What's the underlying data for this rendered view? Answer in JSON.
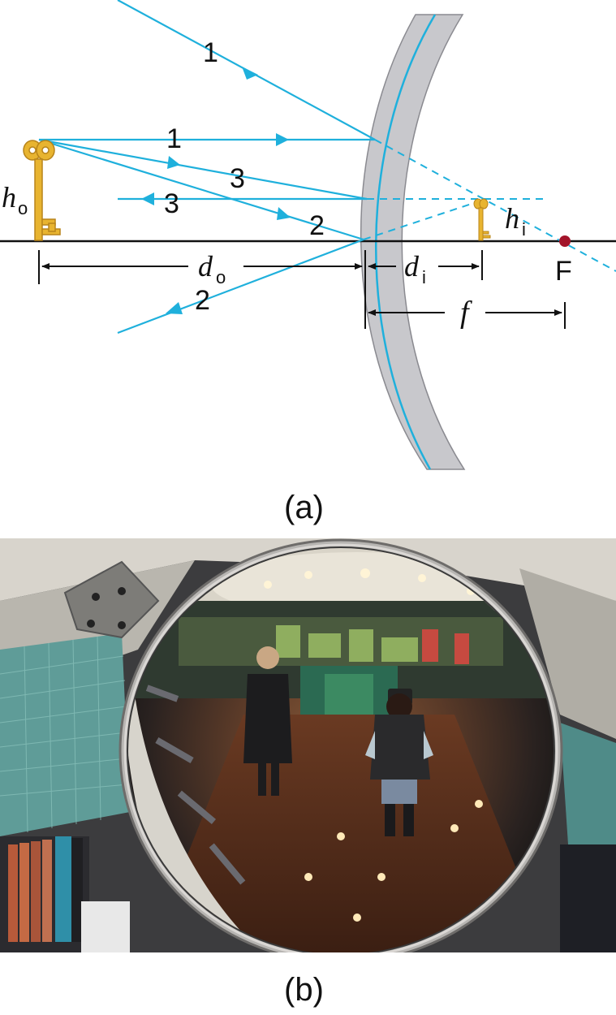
{
  "figure_a": {
    "caption": "(a)",
    "ray_labels": {
      "ray1_in": "1",
      "ray1_out": "1",
      "ray2_in": "2",
      "ray2_out": "2",
      "ray3_in": "3",
      "ray3_out": "3"
    },
    "object_height": {
      "symbol": "h",
      "subscript": "o"
    },
    "image_height": {
      "symbol": "h",
      "subscript": "i"
    },
    "object_distance": {
      "symbol": "d",
      "subscript": "o"
    },
    "image_distance": {
      "symbol": "d",
      "subscript": "i"
    },
    "focal_length": {
      "symbol": "f"
    },
    "focal_point": "F",
    "colors": {
      "ray": "#1fb0dc",
      "mirror_fill": "#c8c8cc",
      "key": "#e8b430",
      "focal_point": "#a3142a",
      "axis": "#111111"
    }
  },
  "figure_b": {
    "caption": "(b)",
    "photo_subject": "convex security mirror in a store"
  }
}
